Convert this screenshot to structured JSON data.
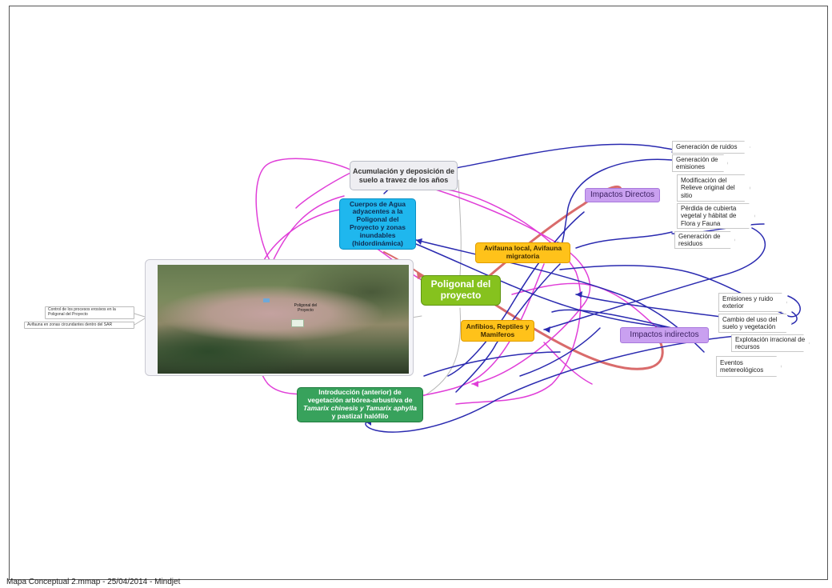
{
  "footer": "Mapa Conceptual 2.mmap - 25/04/2014 - Mindjet",
  "colors": {
    "pink": "#e03ed8",
    "navy": "#2a2ab0",
    "salmon": "#d96b6b",
    "gray_line": "#b8b8b8"
  },
  "nodes": {
    "acumulacion": "Acumulación y deposición de suelo a travez de los años",
    "cuerpos_agua": "Cuerpos de Agua adyacentes a la Poligonal del Proyecto y zonas inundables (hidordinámica)",
    "poligonal": "Poligonal del proyecto",
    "avifauna": "Avifauna local, Avifauna migratoria",
    "anfibios": "Anfibios, Reptiles y Mamiferos",
    "introduccion_1": "Introducción (anterior) de vegetación arbórea-arbustiva de",
    "introduccion_species_1": "Tamarix chinesis y Tamarix aphylla",
    "introduccion_2": "y pastizal halófilo",
    "impactos_directos": "Impactos Directos",
    "impactos_indirectos": "Impactos indirectos"
  },
  "photo": {
    "label": "Poligonal del Proyecto"
  },
  "direct_impacts": [
    "Generación de ruidos",
    "Generación de emisiones",
    "Modificación del Relieve original del sitio",
    "Pérdida de cubierta vegetal y hábitat de Flora y Fauna",
    "Generación de residuos"
  ],
  "indirect_impacts": [
    "Emisiones y ruido exterior",
    "Cambio del uso del suelo y vegetación",
    "Explotación irracional de recursos",
    "Eventos metereológicos"
  ],
  "left_notes": [
    "Control de los procesos erosivos en la Poligonal del Proyecto",
    "Avifauna en zonas circundantes dentro del SAR"
  ]
}
